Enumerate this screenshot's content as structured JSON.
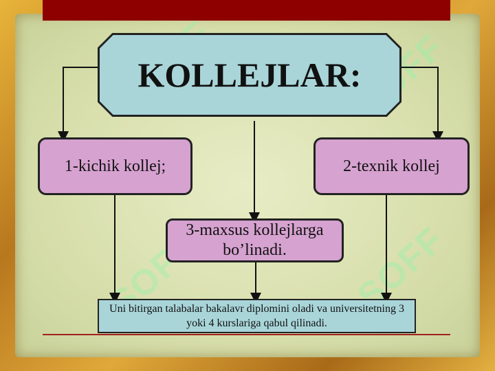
{
  "diagram": {
    "title": "KOLLEJLAR:",
    "nodes": {
      "small_college": "1-kichik kollej;",
      "technical_college": "2-texnik kollej",
      "special_colleges": "3-maxsus kollejlarga bo’linadi.",
      "graduation_note": "Uni bitirgan talabalar bakalavr diplomini oladi va universitetning 3 yoki 4 kurslariga qabul qilinadi."
    },
    "colors": {
      "title_fill": "#a9d5d9",
      "node_fill": "#d6a2d0",
      "banner": "#8e0000"
    }
  },
  "watermark": "SOFF"
}
